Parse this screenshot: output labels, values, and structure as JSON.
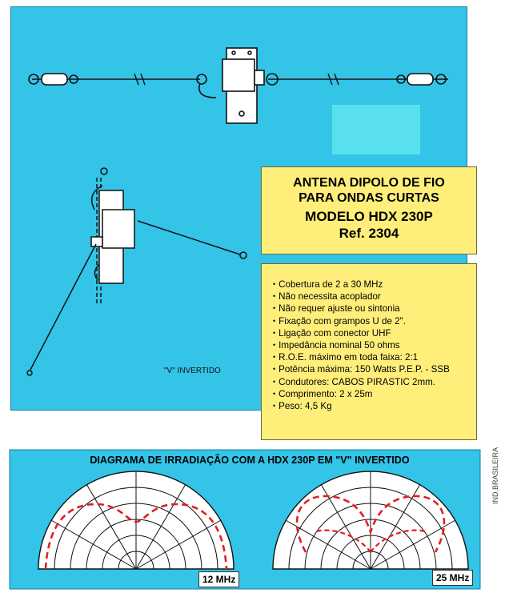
{
  "title": {
    "line1": "ANTENA DIPOLO DE FIO",
    "line2": "PARA ONDAS CURTAS",
    "model": "MODELO HDX 230P",
    "ref": "Ref. 2304"
  },
  "specs": [
    "Cobertura de 2 a 30 MHz",
    "Não necessita acoplador",
    "Não requer ajuste ou sintonia",
    "Fixação com grampos U de 2\".",
    "Ligação com conector UHF",
    "Impedância nominal 50 ohms",
    "R.O.E. máximo em toda faixa: 2:1",
    "Potência máxima: 150 Watts P.E.P. - SSB",
    "Condutores: CABOS PIRASTIC 2mm.",
    "Comprimento: 2 x 25m",
    "Peso: 4,5 Kg"
  ],
  "inverted_v_label": "\"V\" INVERTIDO",
  "diagram": {
    "title": "DIAGRAMA DE IRRADIAÇÃO COM A HDX 230P EM \"V\" INVERTIDO",
    "freq_left": "12 MHz",
    "freq_right": "25 MHz"
  },
  "credit": "IND.BRASILEIRA",
  "colors": {
    "panel_blue": "#33c4e8",
    "light_cyan": "#59e0ef",
    "note_yellow": "#ffef7a",
    "pattern_red": "#e41e1e"
  }
}
